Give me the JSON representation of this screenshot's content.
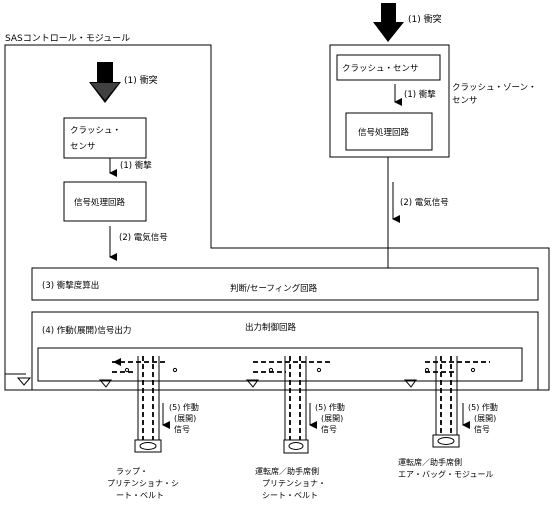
{
  "module_title": "SASコントロール・モジュール",
  "impact_label": "(1) 衝突",
  "impact_label_top": "(1) 衝突",
  "crash_sensor_in_module": [
    "クラッシュ・",
    "センサ"
  ],
  "impact_shock_label": "(1) 衝撃",
  "signal_processing": "信号処理回路",
  "electric_signal": "(2) 電気信号",
  "zone_sensor": {
    "crash_sensor": "クラッシュ・センサ",
    "shock": "(1) 衝撃",
    "signal_processing": "信号処理回路",
    "title": [
      "クラッシュ・ゾーン・",
      "センサ"
    ],
    "electric_signal": "(2) 電気信号"
  },
  "judgment_row": {
    "left": "(3) 衝撃度算出",
    "center": "判断/セーフィング回路"
  },
  "output_block": {
    "left": "(4) 作動(展開)信号出力",
    "center": "出力制御回路"
  },
  "actuation_signal": [
    "(5) 作動",
    "(展開)",
    "信号"
  ],
  "outputs": [
    {
      "lines": [
        "ラップ・",
        "プリテンショナ・シ",
        "ート・ベルト"
      ]
    },
    {
      "lines": [
        "運転席／助手席側",
        "プリテンショナ・",
        "シート・ベルト"
      ]
    },
    {
      "lines": [
        "運転席／助手席側",
        "エア・バッグ・モジュール"
      ]
    }
  ],
  "colors": {
    "line": "#000000",
    "background": "#ffffff"
  }
}
